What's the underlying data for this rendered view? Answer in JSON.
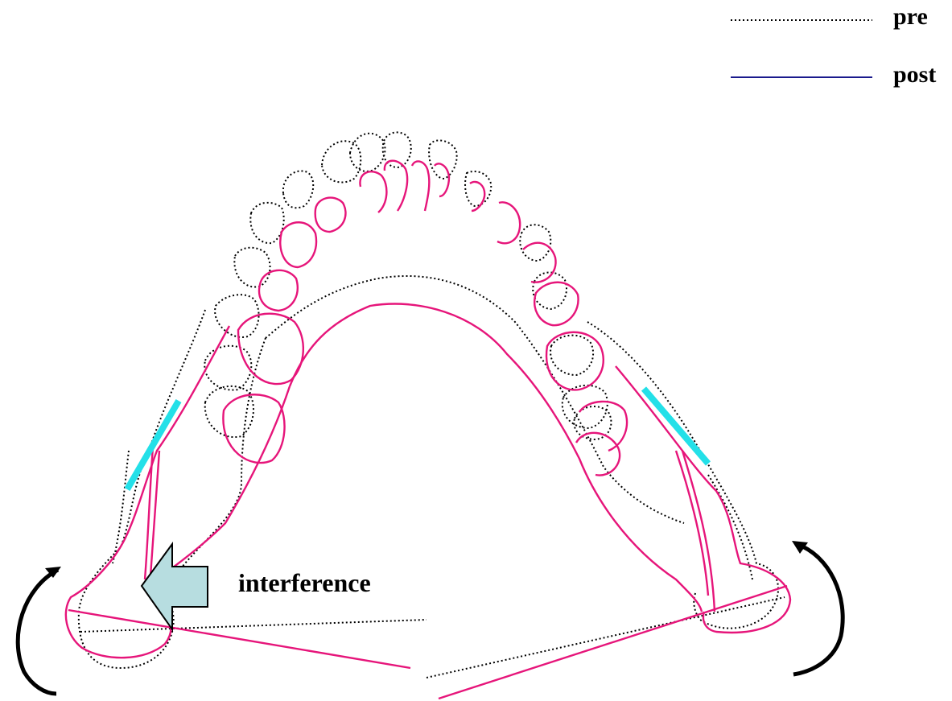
{
  "legend": {
    "pre_label": "pre",
    "post_label": "post",
    "pre_color": "#000000",
    "post_color": "#1a1a8c"
  },
  "annotation": {
    "label": "interference",
    "arrow_fill": "#b7dde0",
    "arrow_stroke": "#000000"
  },
  "colors": {
    "post_outline": "#e6157a",
    "pre_outline": "#000000",
    "contact_highlight": "#23e0e8",
    "rotation_arrows": "#000000"
  },
  "icons": {
    "left_rotation": "counterclockwise-arrow-icon",
    "right_rotation": "clockwise-arrow-icon",
    "interference": "left-block-arrow-icon"
  }
}
